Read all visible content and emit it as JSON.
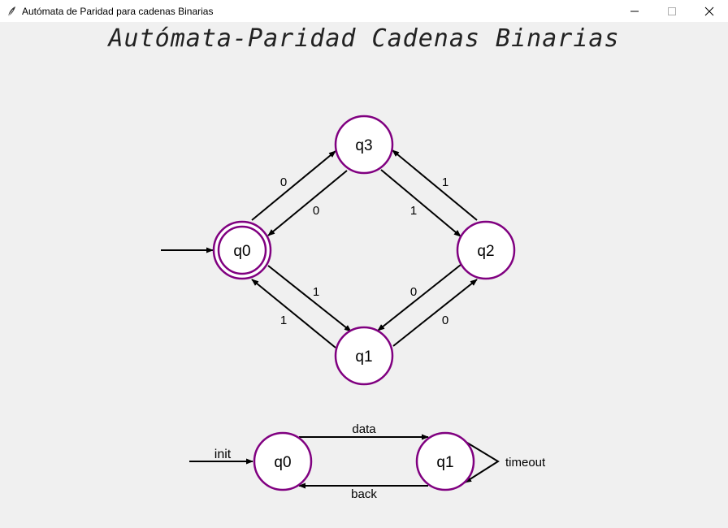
{
  "window": {
    "title": "Autómata de Paridad para cadenas Binarias",
    "app_icon": "feather-icon",
    "controls": [
      "minimize-icon",
      "maximize-icon",
      "close-icon"
    ]
  },
  "heading": "Autómata-Paridad Cadenas Binarias",
  "colors": {
    "state_stroke": "#800080",
    "state_fill": "#ffffff",
    "edge": "#000000",
    "background": "#f0f0f0"
  },
  "parity_automaton": {
    "states": [
      "q0",
      "q1",
      "q2",
      "q3"
    ],
    "initial_state": "q0",
    "accepting_states": [
      "q0"
    ],
    "transitions": [
      {
        "from": "q0",
        "to": "q3",
        "symbol": "0"
      },
      {
        "from": "q3",
        "to": "q0",
        "symbol": "0"
      },
      {
        "from": "q3",
        "to": "q2",
        "symbol": "1"
      },
      {
        "from": "q2",
        "to": "q3",
        "symbol": "1"
      },
      {
        "from": "q0",
        "to": "q1",
        "symbol": "1"
      },
      {
        "from": "q1",
        "to": "q0",
        "symbol": "1"
      },
      {
        "from": "q2",
        "to": "q1",
        "symbol": "0"
      },
      {
        "from": "q1",
        "to": "q2",
        "symbol": "0"
      }
    ]
  },
  "protocol_automaton": {
    "states": [
      "q0",
      "q1"
    ],
    "initial_label": "init",
    "transitions": [
      {
        "from": "q0",
        "to": "q1",
        "label": "data"
      },
      {
        "from": "q1",
        "to": "q0",
        "label": "back"
      },
      {
        "from": "q1",
        "to": "q1",
        "label": "timeout"
      }
    ]
  }
}
